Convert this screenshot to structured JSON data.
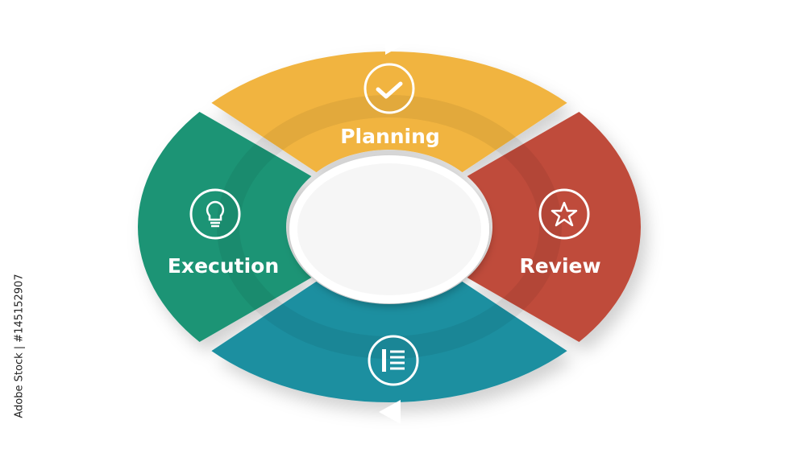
{
  "diagram": {
    "segments": [
      {
        "id": "planning",
        "label": "Planning",
        "icon": "check-icon",
        "color": "#f1b43f"
      },
      {
        "id": "review",
        "label": "Review",
        "icon": "star-icon",
        "color": "#bf4b3a"
      },
      {
        "id": "monitoring",
        "label": "",
        "icon": "list-icon",
        "color": "#1e8fa0"
      },
      {
        "id": "execution",
        "label": "Execution",
        "icon": "lightbulb-icon",
        "color": "#1a9474"
      }
    ],
    "center_color": "#ffffff"
  },
  "stock": {
    "id_text": "Adobe Stock | #145152907"
  }
}
